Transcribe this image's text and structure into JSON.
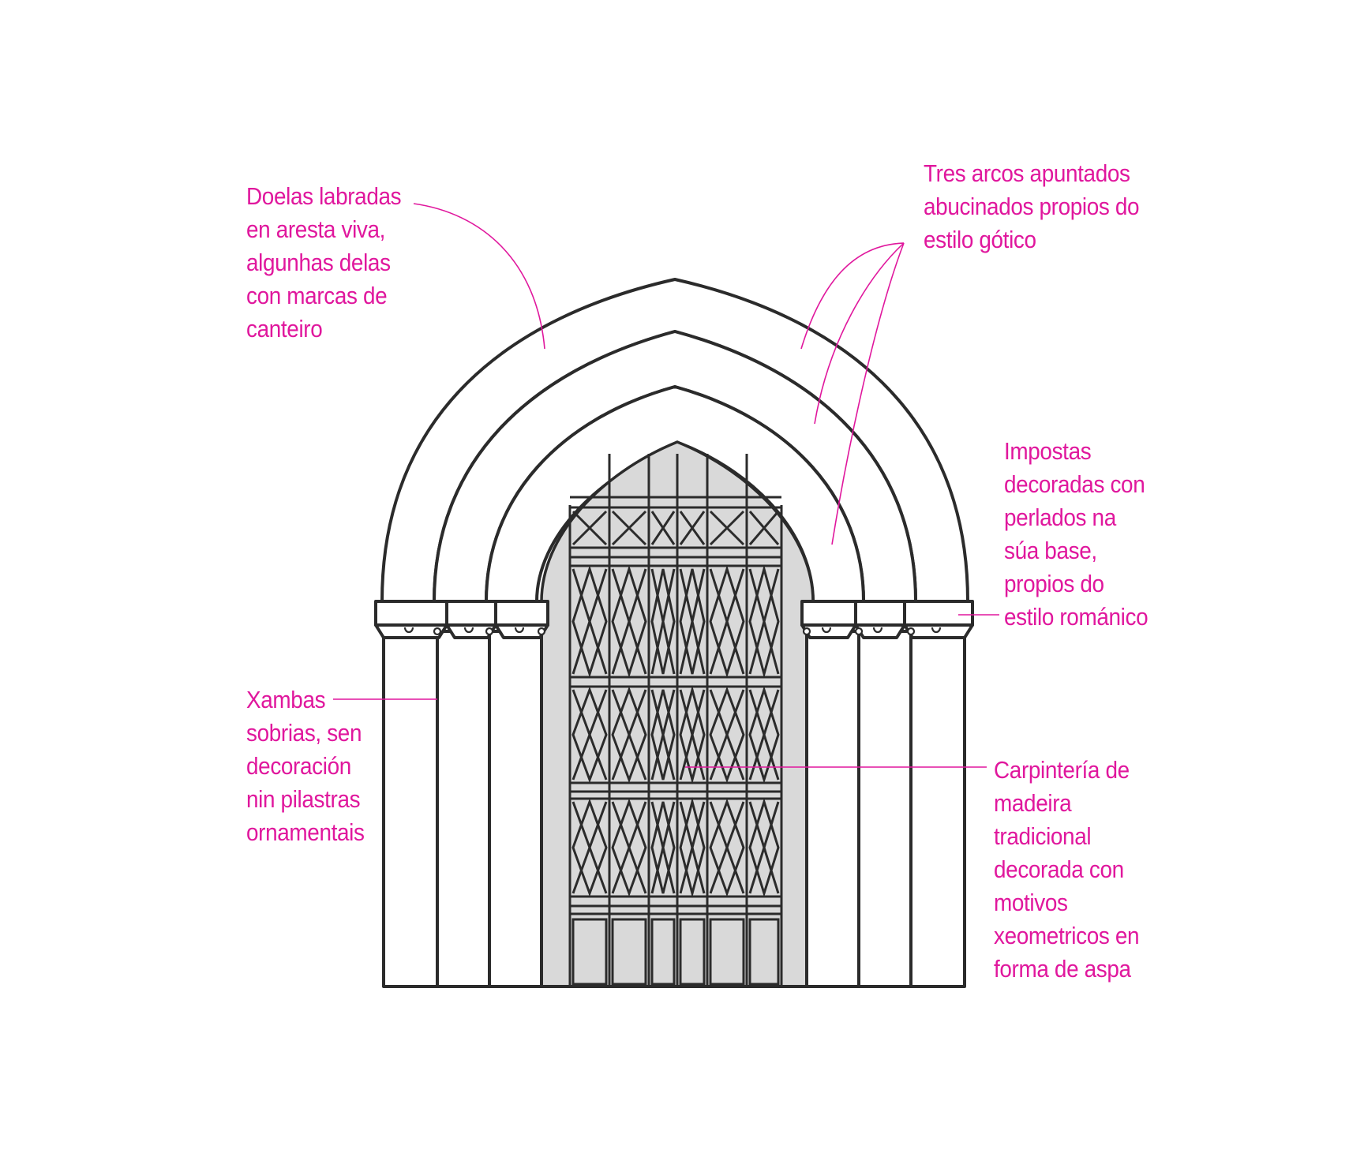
{
  "accent_color": "#e0179d",
  "line_color": "#2b2b2b",
  "glass_color": "#d9d9d9",
  "labels": {
    "doelas": [
      "Doelas labradas",
      "en aresta viva,",
      "algunhas delas",
      "con marcas de",
      "canteiro"
    ],
    "arcos": [
      "Tres arcos apuntados",
      "abucinados propios do",
      "estilo gótico"
    ],
    "impostas": [
      "Impostas",
      "decoradas con",
      "perlados na",
      "súa base,",
      "propios do",
      "estilo románico"
    ],
    "xambas": [
      "Xambas",
      "sobrias, sen",
      "decoración",
      "nin pilastras",
      "ornamentais"
    ],
    "carpinteria": [
      "Carpintería de",
      "madeira",
      "tradicional",
      "decorada con",
      "motivos",
      "xeometricos en",
      "forma de aspa"
    ]
  }
}
